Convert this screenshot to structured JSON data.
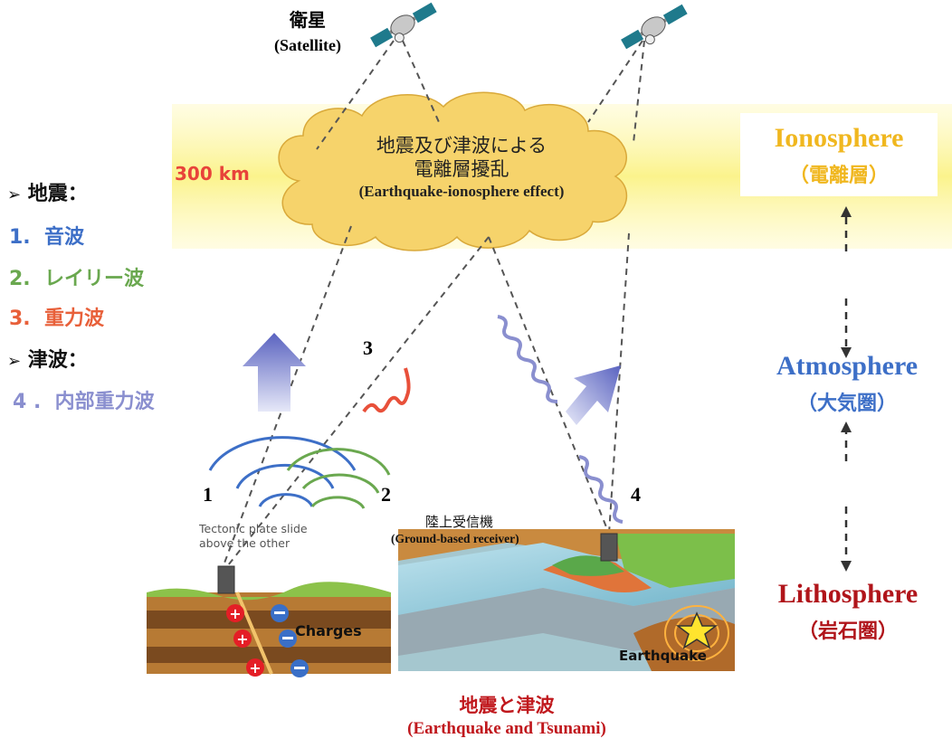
{
  "satellite": {
    "label_ja": "衛星",
    "label_en": "(Satellite)"
  },
  "ionosphere_band": {
    "altitude_label": "300 km",
    "altitude_color": "#e8433a"
  },
  "cloud": {
    "line1": "地震及び津波による",
    "line2": "電離層擾乱",
    "line3": "(Earthquake-ionosphere effect)",
    "fill": "#f6d36b"
  },
  "legend": {
    "quake_header": "地震：",
    "items": [
      {
        "num": "1.",
        "text": "音波",
        "color": "#3d6fc7"
      },
      {
        "num": "2.",
        "text": "レイリー波",
        "color": "#6aa84f"
      },
      {
        "num": "3.",
        "text": "重力波",
        "color": "#e8603a"
      }
    ],
    "tsunami_header": "津波：",
    "tsunami_item": {
      "num": "4 .",
      "text": "内部重力波",
      "color": "#8a8fcf"
    },
    "bullet_icon": "arrowhead-bullet-icon"
  },
  "wave_numbers": {
    "n1": "1",
    "n2": "2",
    "n3": "3",
    "n4": "4"
  },
  "plate_caption": {
    "line1": "Tectonic plate slide",
    "line2": "above the other"
  },
  "charges_label": "Charges",
  "receiver": {
    "label_ja": "陸上受信機",
    "label_en": "(Ground-based receiver)"
  },
  "earthquake_label": "Earthquake",
  "bottom_caption": {
    "ja": "地震と津波",
    "en": "(Earthquake and Tsunami)",
    "color": "#c0181d"
  },
  "layers": {
    "ionosphere": {
      "en": "Ionosphere",
      "ja": "（電離層）",
      "color": "#f0b71f"
    },
    "atmosphere": {
      "en": "Atmosphere",
      "ja": "（大気圏）",
      "color": "#3d6fc7"
    },
    "lithosphere": {
      "en": "Lithosphere",
      "ja": "（岩石圏）",
      "color": "#b0141a"
    }
  }
}
